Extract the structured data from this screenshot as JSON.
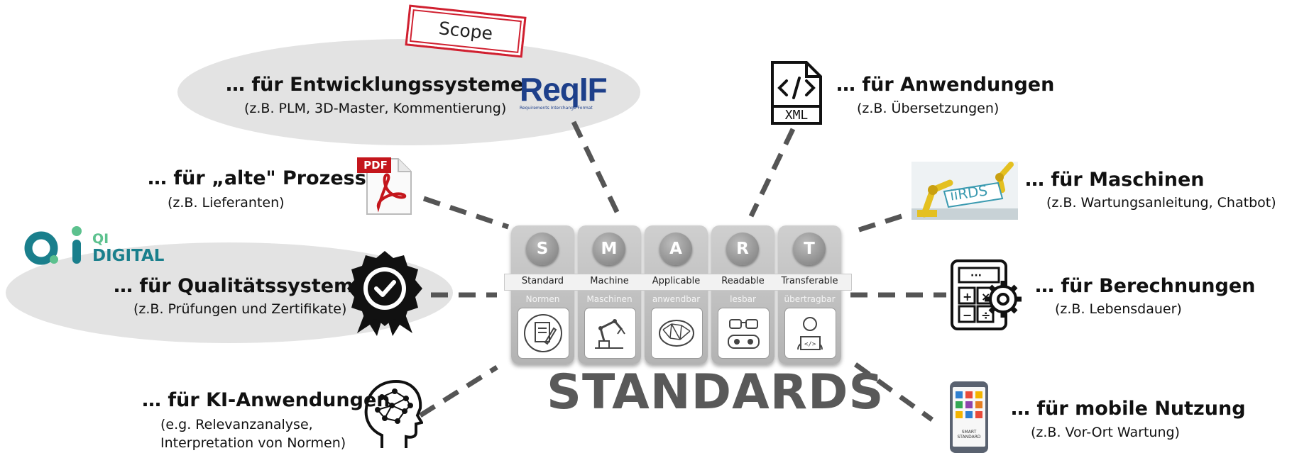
{
  "scope_label": "Scope",
  "center_word": "STANDARDS",
  "cards": [
    {
      "letter": "S",
      "word": "Standard",
      "sub": "Normen"
    },
    {
      "letter": "M",
      "word": "Machine",
      "sub": "Maschinen"
    },
    {
      "letter": "A",
      "word": "Applicable",
      "sub": "anwendbar"
    },
    {
      "letter": "R",
      "word": "Readable",
      "sub": "lesbar"
    },
    {
      "letter": "T",
      "word": "Transferable",
      "sub": "übertragbar"
    }
  ],
  "nodes": {
    "entwicklung": {
      "title": "… für Entwicklungssysteme",
      "sub": "(z.B. PLM, 3D-Master, Kommentierung)"
    },
    "alte": {
      "title": "… für „alte\" Prozesse",
      "sub": "(z.B. Lieferanten)"
    },
    "qualitaet": {
      "title": "… für Qualitätssysteme",
      "sub": "(z.B. Prüfungen und Zertifikate)"
    },
    "ki": {
      "title": "… für KI-Anwendungen",
      "sub": "(e.g. Relevanzanalyse,",
      "sub2": "Interpretation von Normen)"
    },
    "anwendungen": {
      "title": "… für Anwendungen",
      "sub": "(z.B. Übersetzungen)"
    },
    "maschinen": {
      "title": "… für Maschinen",
      "sub": "(z.B. Wartungsanleitung, Chatbot)"
    },
    "berechnungen": {
      "title": "… für Berechnungen",
      "sub": "(z.B. Lebensdauer)"
    },
    "mobile": {
      "title": "… für mobile Nutzung",
      "sub": "(z.B. Vor-Ort Wartung)"
    }
  },
  "logos": {
    "reqif": "ReqIF",
    "reqif_tag": "Requirements Interchange Format",
    "pdf": "PDF",
    "xml": "XML",
    "iirds": "iiRDS",
    "qi_top": "QI",
    "qi_bottom": "DIGITAL",
    "phone_screen": "SMART STANDARD"
  },
  "colors": {
    "accent_red": "#d02030",
    "connector": "#555555",
    "card": "#bdbdbd",
    "ellipse": "#e3e3e3",
    "qi_teal": "#1a7f8c",
    "qi_green": "#5cc18e"
  }
}
